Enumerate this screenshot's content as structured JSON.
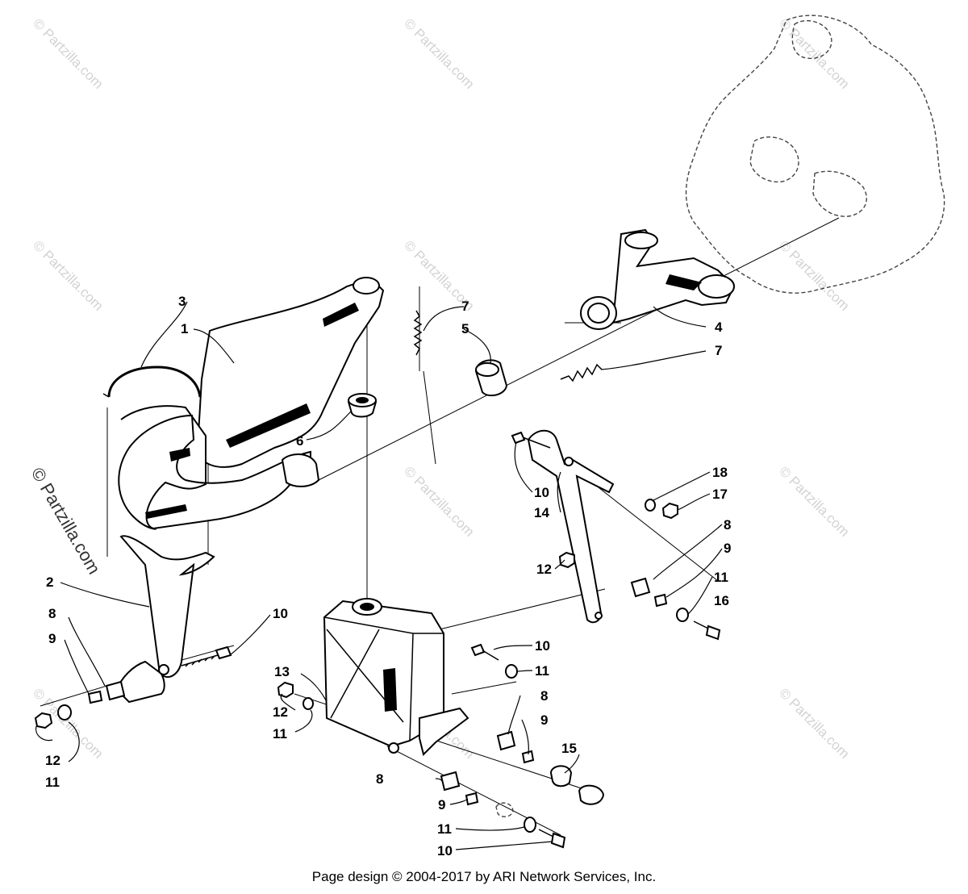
{
  "diagram": {
    "callouts": {
      "c1": "1",
      "c2": "2",
      "c3": "3",
      "c4": "4",
      "c5": "5",
      "c6": "6",
      "c7a": "7",
      "c7b": "7",
      "c8a": "8",
      "c8b": "8",
      "c8c": "8",
      "c8d": "8",
      "c9a": "9",
      "c9b": "9",
      "c9c": "9",
      "c9d": "9",
      "c10a": "10",
      "c10b": "10",
      "c10c": "10",
      "c10d": "10",
      "c11a": "11",
      "c11b": "11",
      "c11c": "11",
      "c11d": "11",
      "c11e": "11",
      "c12a": "12",
      "c12b": "12",
      "c12c": "12",
      "c13": "13",
      "c14": "14",
      "c15": "15",
      "c16": "16",
      "c17": "17",
      "c18": "18"
    },
    "watermark": "© Partzilla.com",
    "side_watermark": "© Partzilla.com",
    "credit": "Page design © 2004-2017 by ARI Network Services, Inc."
  }
}
